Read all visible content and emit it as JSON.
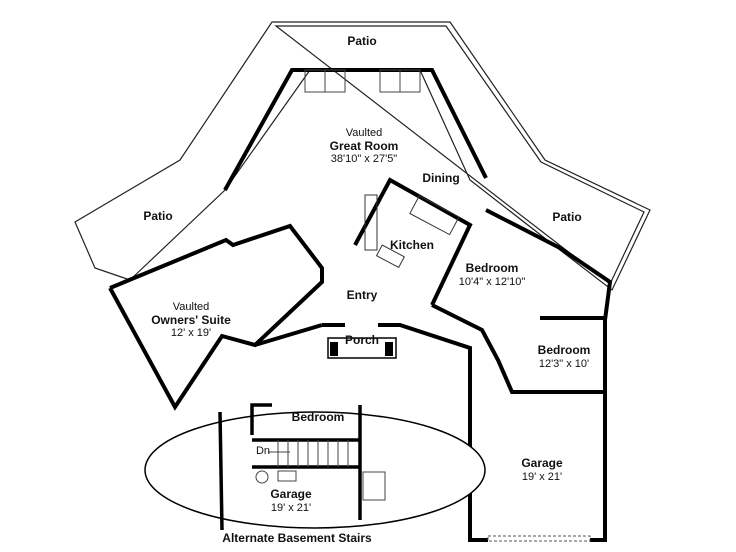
{
  "plan": {
    "rooms": {
      "patio_top": {
        "name": "Patio"
      },
      "patio_left": {
        "name": "Patio"
      },
      "patio_right": {
        "name": "Patio"
      },
      "great_room": {
        "prefix": "Vaulted",
        "name": "Great Room",
        "dims": "38'10\" x 27'5\""
      },
      "dining": {
        "name": "Dining"
      },
      "kitchen": {
        "name": "Kitchen"
      },
      "owners_suite": {
        "prefix": "Vaulted",
        "name": "Owners' Suite",
        "dims": "12' x 19'"
      },
      "entry": {
        "name": "Entry"
      },
      "porch": {
        "name": "Porch"
      },
      "bedroom_1": {
        "name": "Bedroom",
        "dims": "10'4\" x 12'10\""
      },
      "bedroom_2": {
        "name": "Bedroom",
        "dims": "12'3\" x 10'"
      },
      "garage": {
        "name": "Garage",
        "dims": "19' x 21'"
      }
    },
    "inset": {
      "title": "Alternate Basement Stairs",
      "bedroom": "Bedroom",
      "stairs_label": "Dn",
      "garage": {
        "name": "Garage",
        "dims": "19' x 21'"
      }
    }
  }
}
